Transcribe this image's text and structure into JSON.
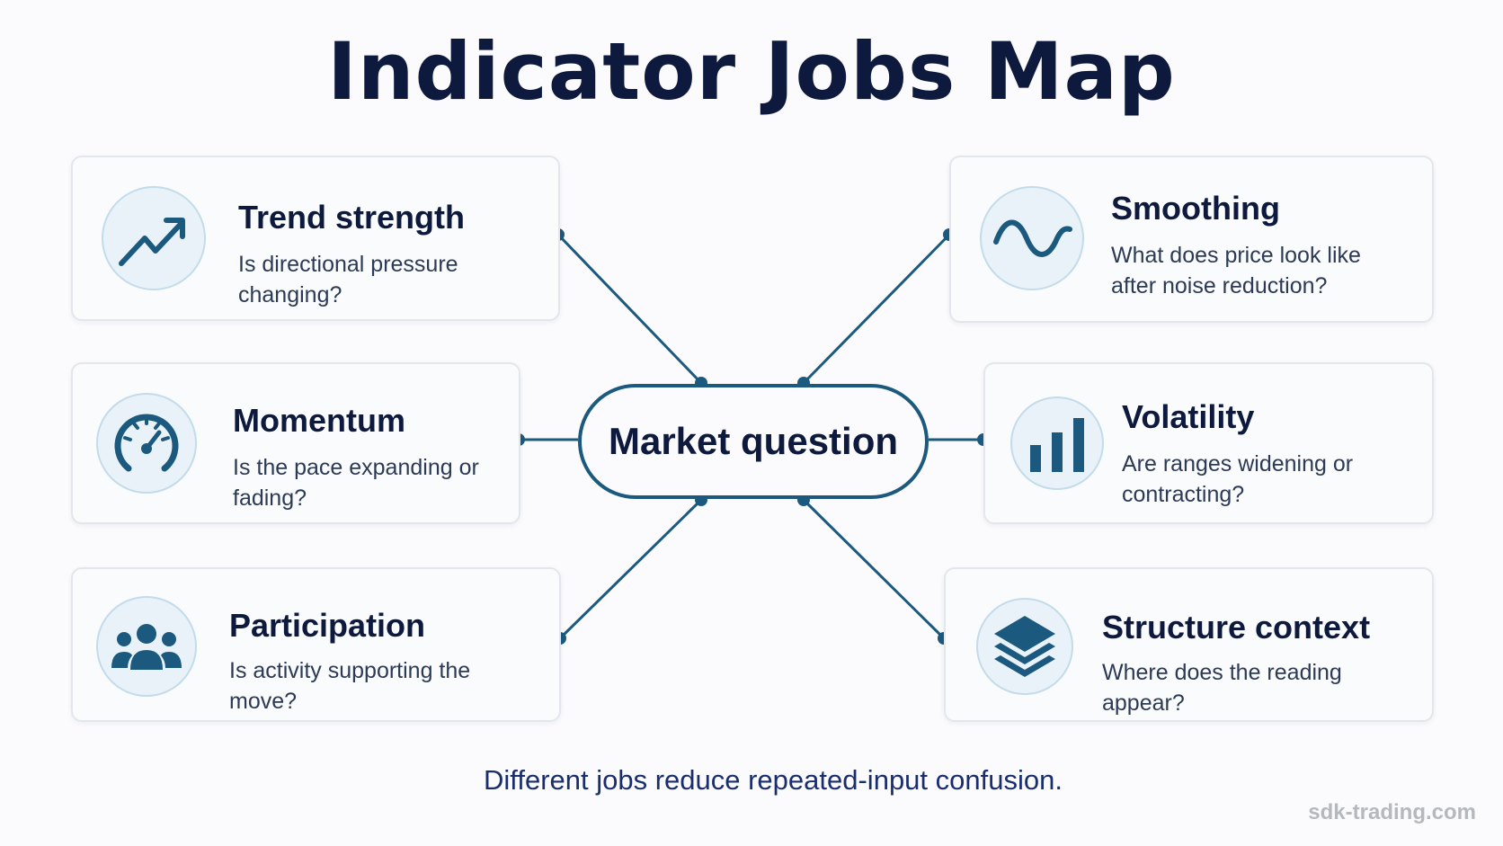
{
  "title": "Indicator Jobs Map",
  "center": {
    "label": "Market question"
  },
  "jobs": [
    {
      "title": "Trend strength",
      "description": "Is directional pressure changing?",
      "icon": "trend-arrow-icon"
    },
    {
      "title": "Momentum",
      "description": "Is the pace expanding or fading?",
      "icon": "gauge-icon"
    },
    {
      "title": "Participation",
      "description": "Is activity supporting the move?",
      "icon": "people-icon"
    },
    {
      "title": "Smoothing",
      "description": "What does price look like after noise reduction?",
      "icon": "wave-icon"
    },
    {
      "title": "Volatility",
      "description": "Are ranges widening or contracting?",
      "icon": "bar-chart-icon"
    },
    {
      "title": "Structure context",
      "description": "Where does the reading appear?",
      "icon": "layers-icon"
    }
  ],
  "footer": "Different jobs reduce repeated-input confusion.",
  "watermark": "sdk-trading.com",
  "colors": {
    "line": "#1b5a7e",
    "icon": "#1b5a7e",
    "title": "#0e1a3d",
    "footer": "#1a2e6e"
  }
}
